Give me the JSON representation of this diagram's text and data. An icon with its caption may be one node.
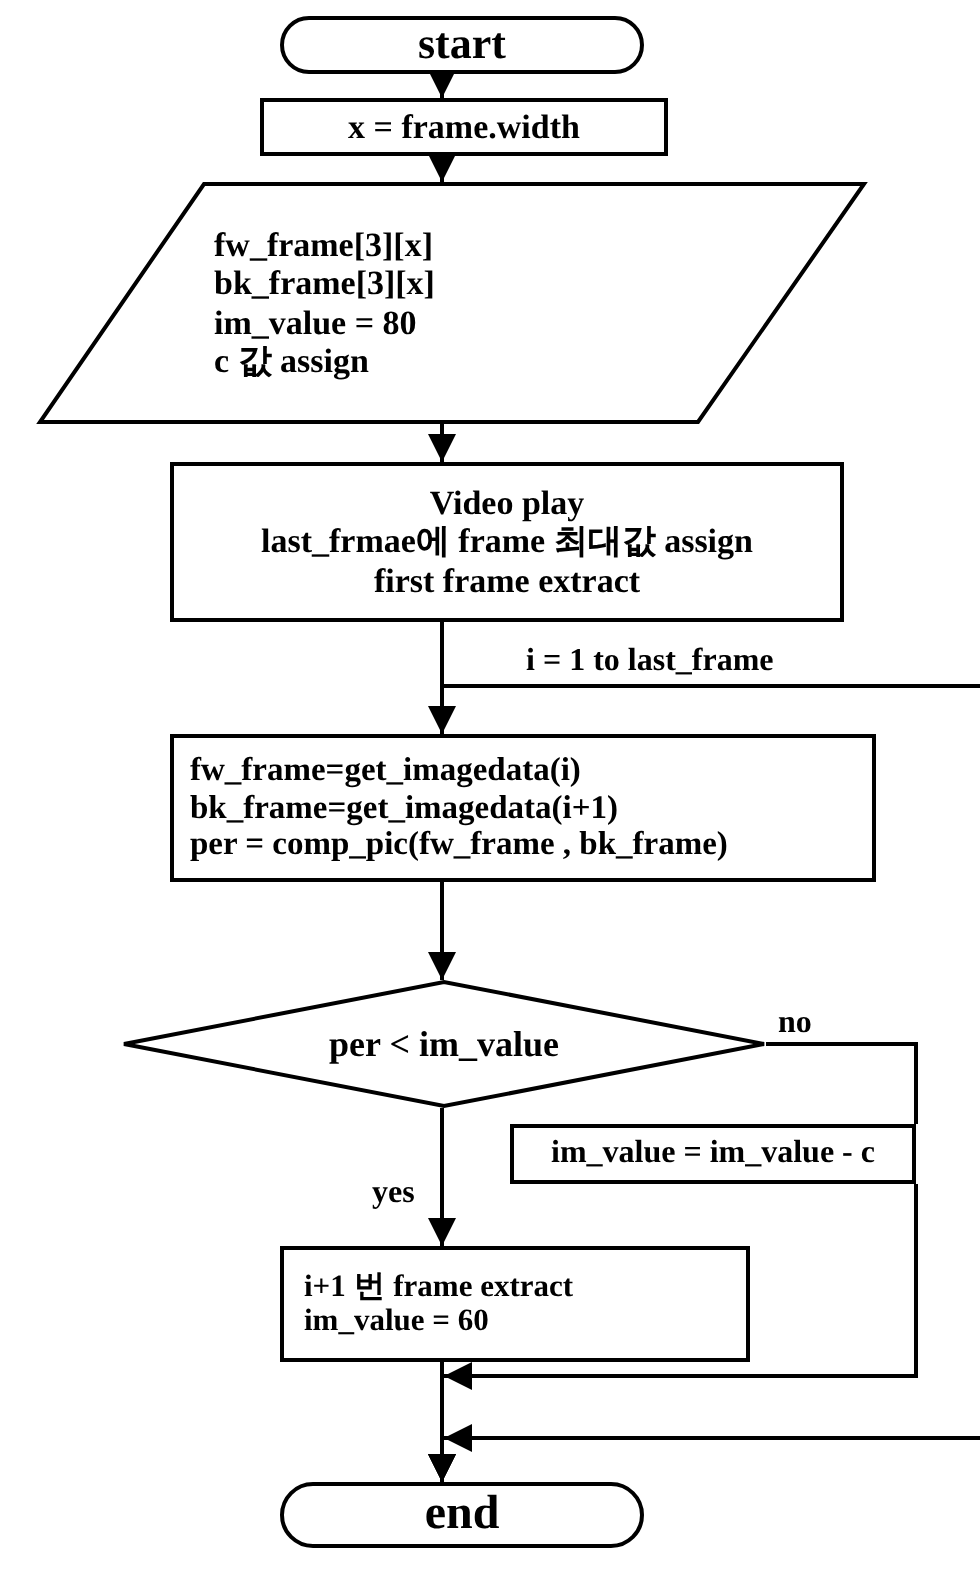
{
  "diagram": {
    "nodes": [
      {
        "text": [
          "start"
        ]
      },
      {
        "text": [
          "x = frame.width"
        ]
      },
      {
        "text": [
          "fw_frame[3][x]",
          "bk_frame[3][x]",
          "im_value = 80",
          "c 값 assign"
        ]
      },
      {
        "text": [
          "Video play",
          "last_frmae에 frame 최대값 assign",
          "first  frame extract"
        ]
      },
      {
        "text": [
          "fw_frame=get_imagedata(i)",
          "bk_frame=get_imagedata(i+1)",
          "per = comp_pic(fw_frame , bk_frame)"
        ]
      },
      {
        "text": [
          "per < im_value"
        ]
      },
      {
        "text": [
          "im_value = im_value - c"
        ]
      },
      {
        "text": [
          "i+1 번 frame extract",
          "im_value = 60"
        ]
      },
      {
        "text": [
          "end"
        ]
      }
    ],
    "edges": [
      {
        "from": 0,
        "to": 1,
        "arrow": "to"
      },
      {
        "from": 1,
        "to": 2,
        "arrow": "to"
      },
      {
        "from": 2,
        "to": 3,
        "arrow": "to"
      },
      {
        "from": 3,
        "to": 4,
        "arrow": "to"
      },
      {
        "from": 3,
        "to": null,
        "arrow": "none",
        "label": "i = 1 to last_frame"
      },
      {
        "from": 4,
        "to": 5,
        "arrow": "to"
      },
      {
        "from": 5,
        "to": 7,
        "arrow": "to",
        "label": "yes"
      },
      {
        "from": 5,
        "to": 6,
        "arrow": "none",
        "label": "no"
      },
      {
        "from": 6,
        "to": 8,
        "arrow": "to"
      },
      {
        "from": 7,
        "to": 8,
        "arrow": "to"
      },
      {
        "from": null,
        "to": 8,
        "arrow": "to"
      }
    ]
  }
}
